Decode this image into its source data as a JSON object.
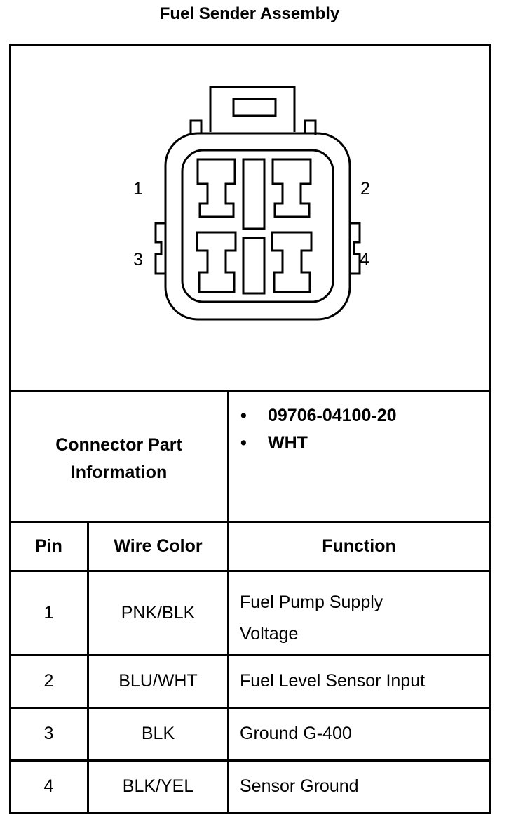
{
  "title": "Fuel Sender Assembly",
  "connector": {
    "pin_labels": [
      "1",
      "2",
      "3",
      "4"
    ]
  },
  "part_info": {
    "label": "Connector Part Information",
    "label_line1": "Connector Part",
    "label_line2": "Information",
    "bullets": [
      "09706-04100-20",
      "WHT"
    ]
  },
  "table": {
    "headers": {
      "pin": "Pin",
      "wire_color": "Wire Color",
      "function": "Function"
    },
    "rows": [
      {
        "pin": "1",
        "wire_color": "PNK/BLK",
        "function_line1": "Fuel Pump Supply",
        "function_line2": "Voltage"
      },
      {
        "pin": "2",
        "wire_color": "BLU/WHT",
        "function_line1": "Fuel Level Sensor Input",
        "function_line2": ""
      },
      {
        "pin": "3",
        "wire_color": "BLK",
        "function_line1": "Ground G-400",
        "function_line2": ""
      },
      {
        "pin": "4",
        "wire_color": "BLK/YEL",
        "function_line1": "Sensor Ground",
        "function_line2": ""
      }
    ]
  }
}
